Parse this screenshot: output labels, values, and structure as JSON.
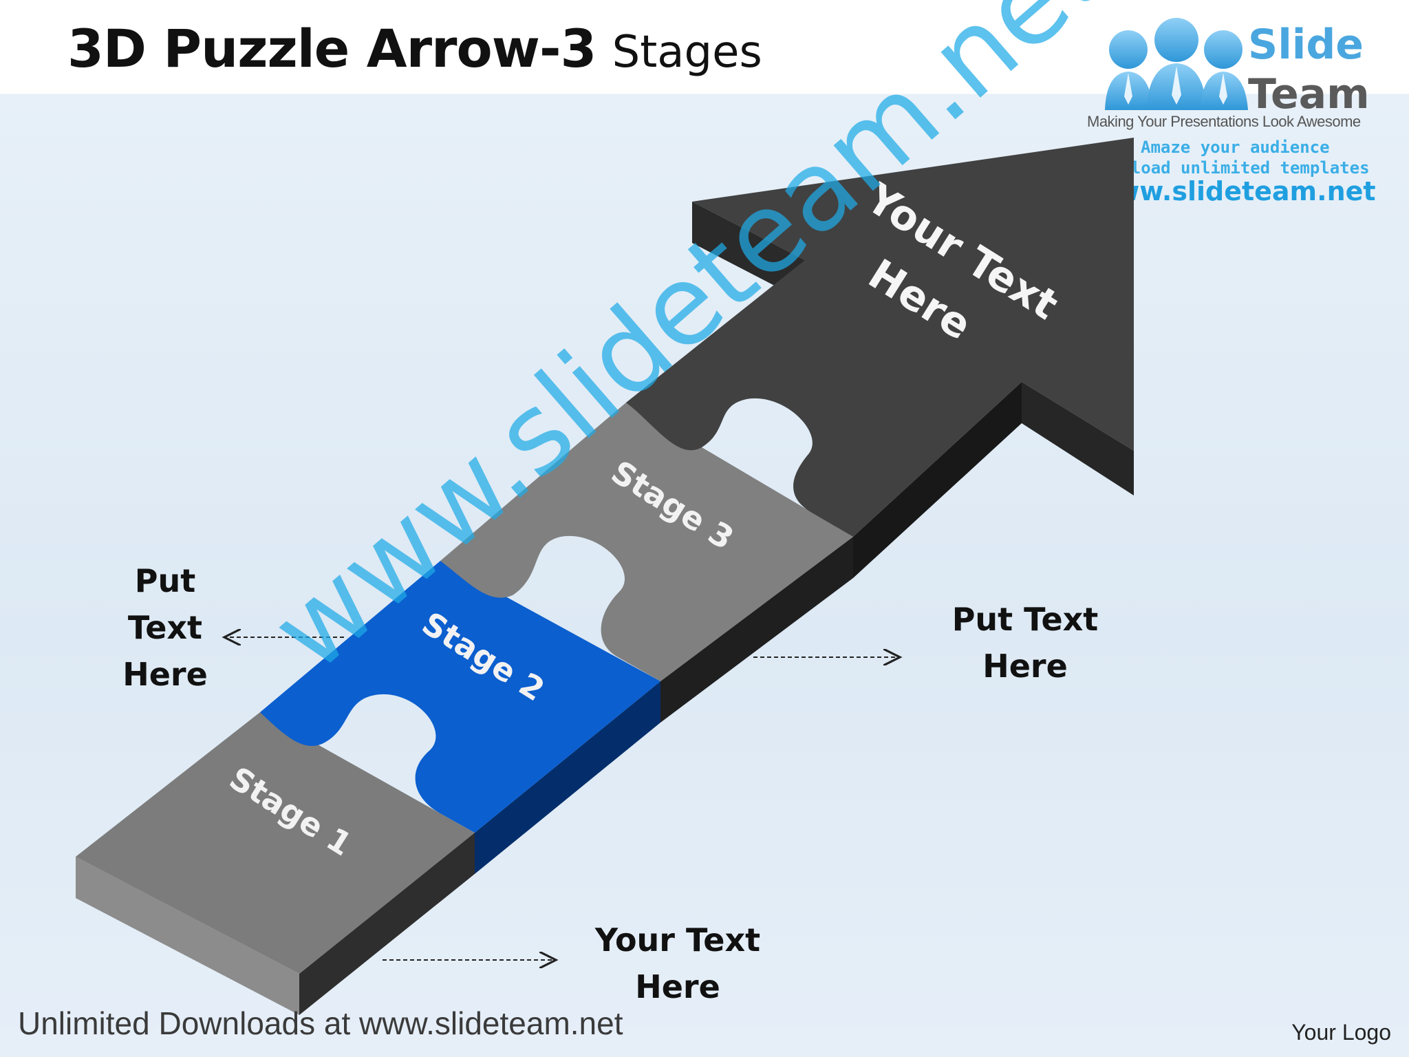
{
  "title": {
    "bold": "3D Puzzle Arrow-3",
    "light": "Stages"
  },
  "brand": {
    "name_line1": "Slide",
    "name_line2": "Team",
    "tagline": "Making Your Presentations Look Awesome",
    "promo_line1": "Amaze your audience",
    "promo_line2": "Download unlimited templates",
    "promo_line3": "www.slideteam.net"
  },
  "arrow": {
    "head_text_line1": "Your Text",
    "head_text_line2": "Here",
    "stages": [
      "Stage 1",
      "Stage 2",
      "Stage 3"
    ]
  },
  "callouts": {
    "left": {
      "line1": "Put Text",
      "line2": "Here"
    },
    "right": {
      "line1": "Put Text",
      "line2": "Here"
    },
    "bottom": {
      "line1": "Your Text",
      "line2": "Here"
    }
  },
  "footer": "Unlimited Downloads at www.slideteam.net",
  "logo_placeholder": "Your Logo",
  "watermark": "www.slideteam.net",
  "colors": {
    "gray_piece": "#7b7b7b",
    "blue_piece": "#0a5fcf",
    "dark_piece": "#3f3f3f",
    "accent": "#3aaee6"
  }
}
